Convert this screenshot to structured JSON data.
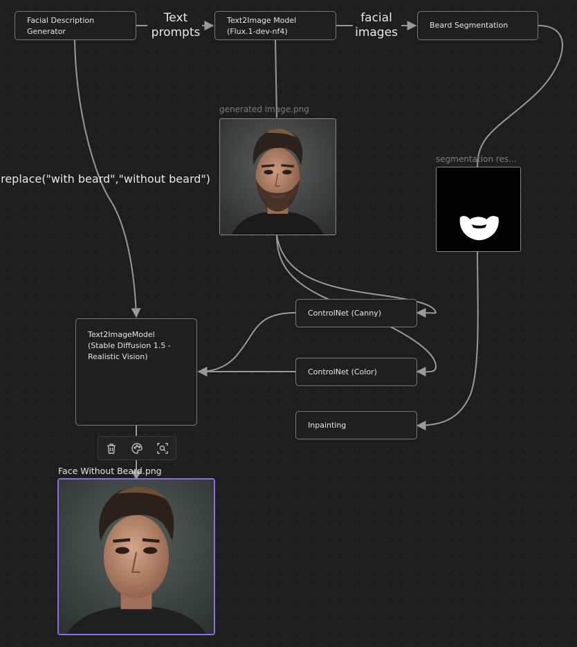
{
  "nodes": {
    "facial_description_generator": "Facial Description\nGenerator",
    "text2image_flux": "Text2Image Model\n(Flux.1-dev-nf4)",
    "beard_segmentation": "Beard Segmentation",
    "controlnet_canny": "ControlNet (Canny)",
    "controlnet_color": "ControlNet (Color)",
    "text2image_sd": "Text2ImageModel\n(Stable Diffusion 1.5 -\nRealistic Vision)",
    "inpainting": "Inpainting"
  },
  "edge_labels": {
    "text_prompts": "Text\nprompts",
    "facial_images": "facial\nimages",
    "replace_code": ".replace(\"with beard\",\"without beard\")"
  },
  "images": {
    "generated_title": "generated image.png",
    "segmentation_title": "segmentation res...",
    "face_without_beard_title": "Face Without Beard.png"
  },
  "toolbar": {
    "icons": [
      "trash-icon",
      "palette-icon",
      "zoom-fit-icon"
    ]
  },
  "colors": {
    "background": "#1e1e1e",
    "node_border": "#7a7a7a",
    "edge": "#9a9a9a",
    "selection": "#8b6cf0"
  }
}
